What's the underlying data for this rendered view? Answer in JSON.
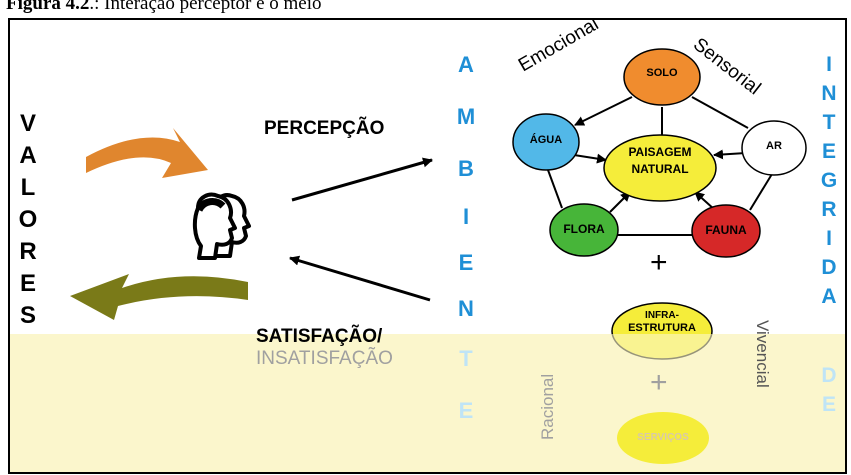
{
  "caption": {
    "figure_label": "Figura 4.2",
    "text": ".: Interação perceptor e o meio"
  },
  "left_word": [
    "V",
    "A",
    "L",
    "O",
    "R",
    "E",
    "S"
  ],
  "ambiente_word": [
    "A",
    "M",
    "B",
    "I",
    "E",
    "N",
    "T",
    "E"
  ],
  "integridade_word": [
    "I",
    "N",
    "T",
    "E",
    "G",
    "R",
    "I",
    "D",
    "A",
    "D",
    "E"
  ],
  "percepcao": "PERCEPÇÃO",
  "satisfacao_line1": "SATISFAÇÃO/",
  "satisfacao_line2": "INSATISFAÇÃO",
  "emocional": "Emocional",
  "sensorial": "Sensorial",
  "racional": "Racional",
  "vivencial": "Vivencial",
  "plus": "+",
  "nodes": {
    "solo": "SOLO",
    "agua": "ÁGUA",
    "ar": "AR",
    "paisagem_line1": "PAISAGEM",
    "paisagem_line2": "NATURAL",
    "flora": "FLORA",
    "fauna": "FAUNA",
    "infra_line1": "INFRA-",
    "infra_line2": "ESTRUTURA",
    "servicos": "SERVIÇOS"
  },
  "colors": {
    "blue_letters": "#1f8fd6",
    "solo": "#f08c2e",
    "agua": "#52b8e8",
    "ar": "#ffffff",
    "paisagem": "#f5ed3a",
    "flora": "#47b539",
    "fauna": "#d62828",
    "infra": "#f5ed3a",
    "servicos": "#f5ed3a",
    "wash": "#fbf6cc",
    "arrow_orange": "#e0862e",
    "arrow_olive": "#7a7a18"
  }
}
